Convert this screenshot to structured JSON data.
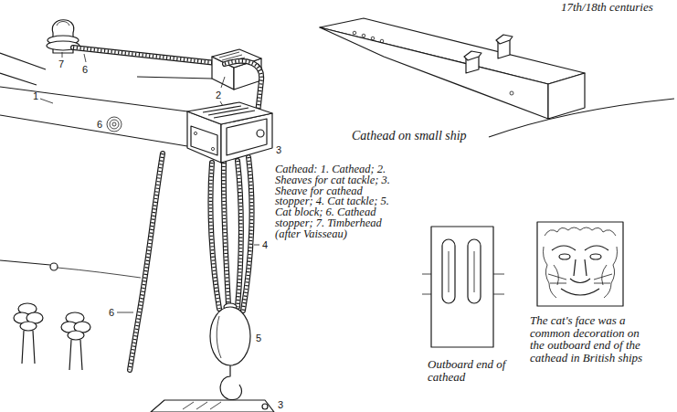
{
  "diagram": {
    "labels": [
      "17th/18th centuries",
      "7",
      "6",
      "2",
      "Cathead on small ship",
      "1",
      "6",
      "3",
      "Cathead: 1. Cathead; 2. Sheaves for cat tackle; 3. Sheave for cathead stopper; 4. Cat tackle; 5. Cat block; 6. Cathead stopper; 7. Timberhead (after Vaisseau)",
      "4",
      "6",
      "5",
      "Outboard end of cathead",
      "The cat's face was a common decoration on the outboard end of the cathead in British ships",
      "3"
    ]
  }
}
